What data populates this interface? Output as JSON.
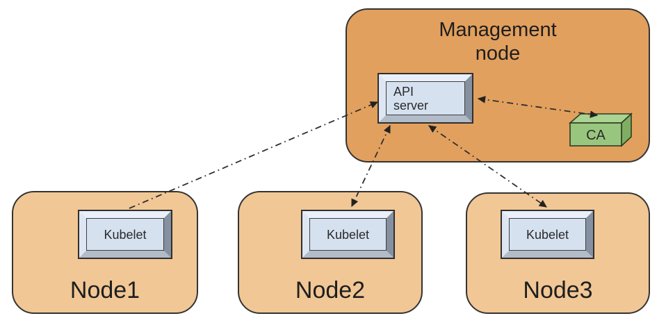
{
  "diagram": {
    "management_node": {
      "label": "Management\nnode",
      "fill": "#e2a05e",
      "api_server": {
        "label": "API\nserver",
        "face_fill": "#d6e1f0"
      },
      "ca": {
        "label": "CA",
        "front_fill": "#98c67e",
        "top_fill": "#abd391",
        "side_fill": "#7fae63"
      }
    },
    "worker_nodes": [
      {
        "label": "Node1",
        "component_label": "Kubelet"
      },
      {
        "label": "Node2",
        "component_label": "Kubelet"
      },
      {
        "label": "Node3",
        "component_label": "Kubelet"
      }
    ],
    "worker_fill": "#f1c795",
    "component_face_fill": "#d6e1f0",
    "arrow_color": "#2e2e2e",
    "connections": [
      {
        "from": "Kubelet (Node1)",
        "to": "API server",
        "line_style": "dash-dot",
        "direction": "one-way"
      },
      {
        "from": "API server",
        "to": "Kubelet (Node2)",
        "line_style": "dash-dot",
        "direction": "two-way"
      },
      {
        "from": "API server",
        "to": "Kubelet (Node3)",
        "line_style": "dash-dot",
        "direction": "two-way"
      },
      {
        "from": "API server",
        "to": "CA",
        "line_style": "dash-dot",
        "direction": "two-way"
      }
    ]
  }
}
